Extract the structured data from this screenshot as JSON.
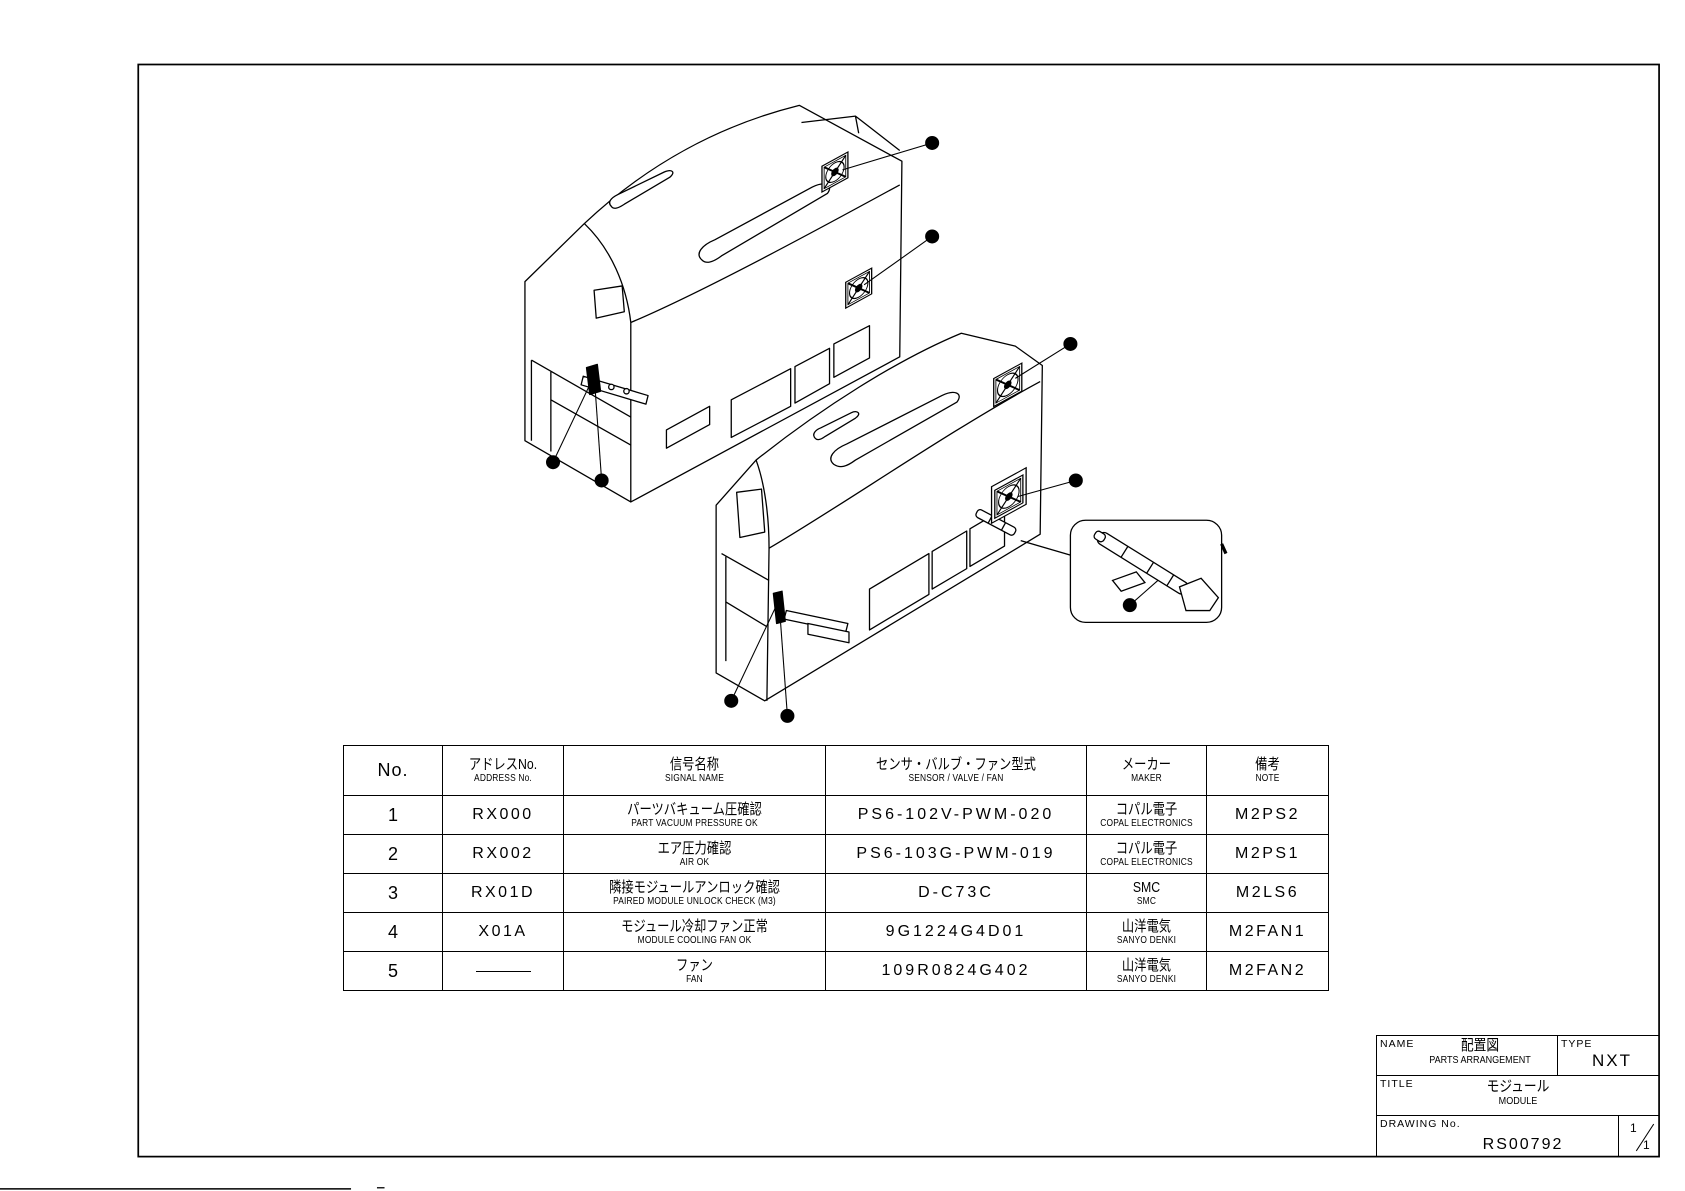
{
  "table": {
    "header": {
      "no": "No.",
      "address_jp": "アドレスNo.",
      "address_en": "ADDRESS No.",
      "signal_jp": "信号名称",
      "signal_en": "SIGNAL NAME",
      "model_jp": "センサ・バルブ・ファン型式",
      "model_en": "SENSOR / VALVE / FAN",
      "maker_jp": "メーカー",
      "maker_en": "MAKER",
      "note_jp": "備考",
      "note_en": "NOTE"
    },
    "rows": [
      {
        "no": "1",
        "address": "RX000",
        "signal_jp": "パーツバキューム圧確認",
        "signal_en": "PART VACUUM PRESSURE OK",
        "model": "PS6-102V-PWM-020",
        "maker_jp": "コパル電子",
        "maker_en": "COPAL ELECTRONICS",
        "note": "M2PS2"
      },
      {
        "no": "2",
        "address": "RX002",
        "signal_jp": "エア圧力確認",
        "signal_en": "AIR OK",
        "model": "PS6-103G-PWM-019",
        "maker_jp": "コパル電子",
        "maker_en": "COPAL ELECTRONICS",
        "note": "M2PS1"
      },
      {
        "no": "3",
        "address": "RX01D",
        "signal_jp": "隣接モジュールアンロック確認",
        "signal_en": "PAIRED MODULE UNLOCK CHECK (M3)",
        "model": "D-C73C",
        "maker_jp": "SMC",
        "maker_en": "SMC",
        "note": "M2LS6"
      },
      {
        "no": "4",
        "address": "X01A",
        "signal_jp": "モジュール冷却ファン正常",
        "signal_en": "MODULE COOLING FAN OK",
        "model": "9G1224G4D01",
        "maker_jp": "山洋電気",
        "maker_en": "SANYO DENKI",
        "note": "M2FAN1"
      },
      {
        "no": "5",
        "signal_jp": "ファン",
        "signal_en": "FAN",
        "model": "109R0824G402",
        "maker_jp": "山洋電気",
        "maker_en": "SANYO DENKI",
        "note": "M2FAN2"
      }
    ]
  },
  "title_block": {
    "name_label": "NAME",
    "name_jp": "配置図",
    "name_en": "PARTS ARRANGEMENT",
    "type_label": "TYPE",
    "type_value": "NXT",
    "title_label": "TITLE",
    "title_jp": "モジュール",
    "title_en": "MODULE",
    "drawing_no_label": "DRAWING No.",
    "drawing_no": "RS00792",
    "sheet": "1",
    "sheet_total": "1"
  },
  "colors": {
    "ink": "#000000",
    "paper": "#ffffff"
  }
}
